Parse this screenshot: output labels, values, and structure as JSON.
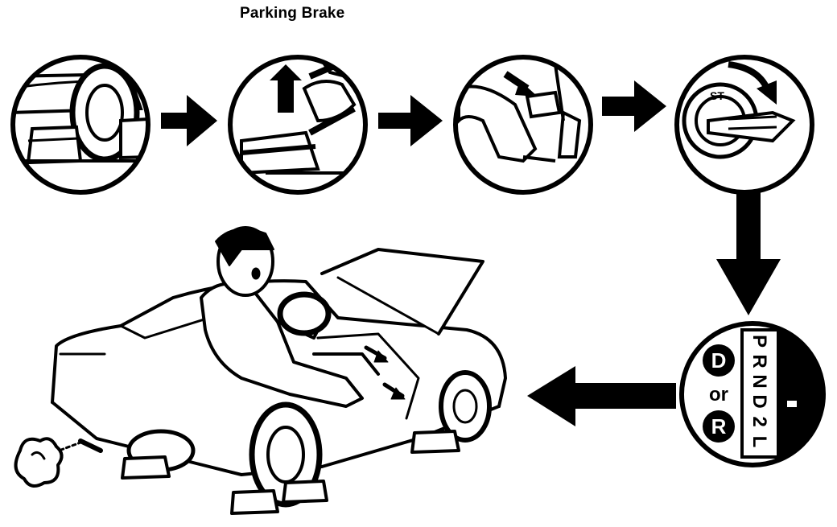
{
  "steps": {
    "chocks": {
      "icon": "wheel-chock-icon"
    },
    "parking_brake": {
      "label": "Parking Brake",
      "icon": "parking-brake-lever-icon"
    },
    "brake_pedal": {
      "icon": "brake-pedal-icon"
    },
    "ignition": {
      "icon": "ignition-key-icon",
      "key_mark": "ST"
    },
    "gear_select": {
      "icon": "gear-selector-icon",
      "left_top": "D",
      "or_text": "or",
      "left_bottom": "R",
      "gear_letters": [
        "P",
        "R",
        "N",
        "D",
        "2",
        "L"
      ]
    },
    "engine_test": {
      "icon": "driver-in-car-icon"
    }
  },
  "colors": {
    "ink": "#000000",
    "paper": "#ffffff"
  }
}
